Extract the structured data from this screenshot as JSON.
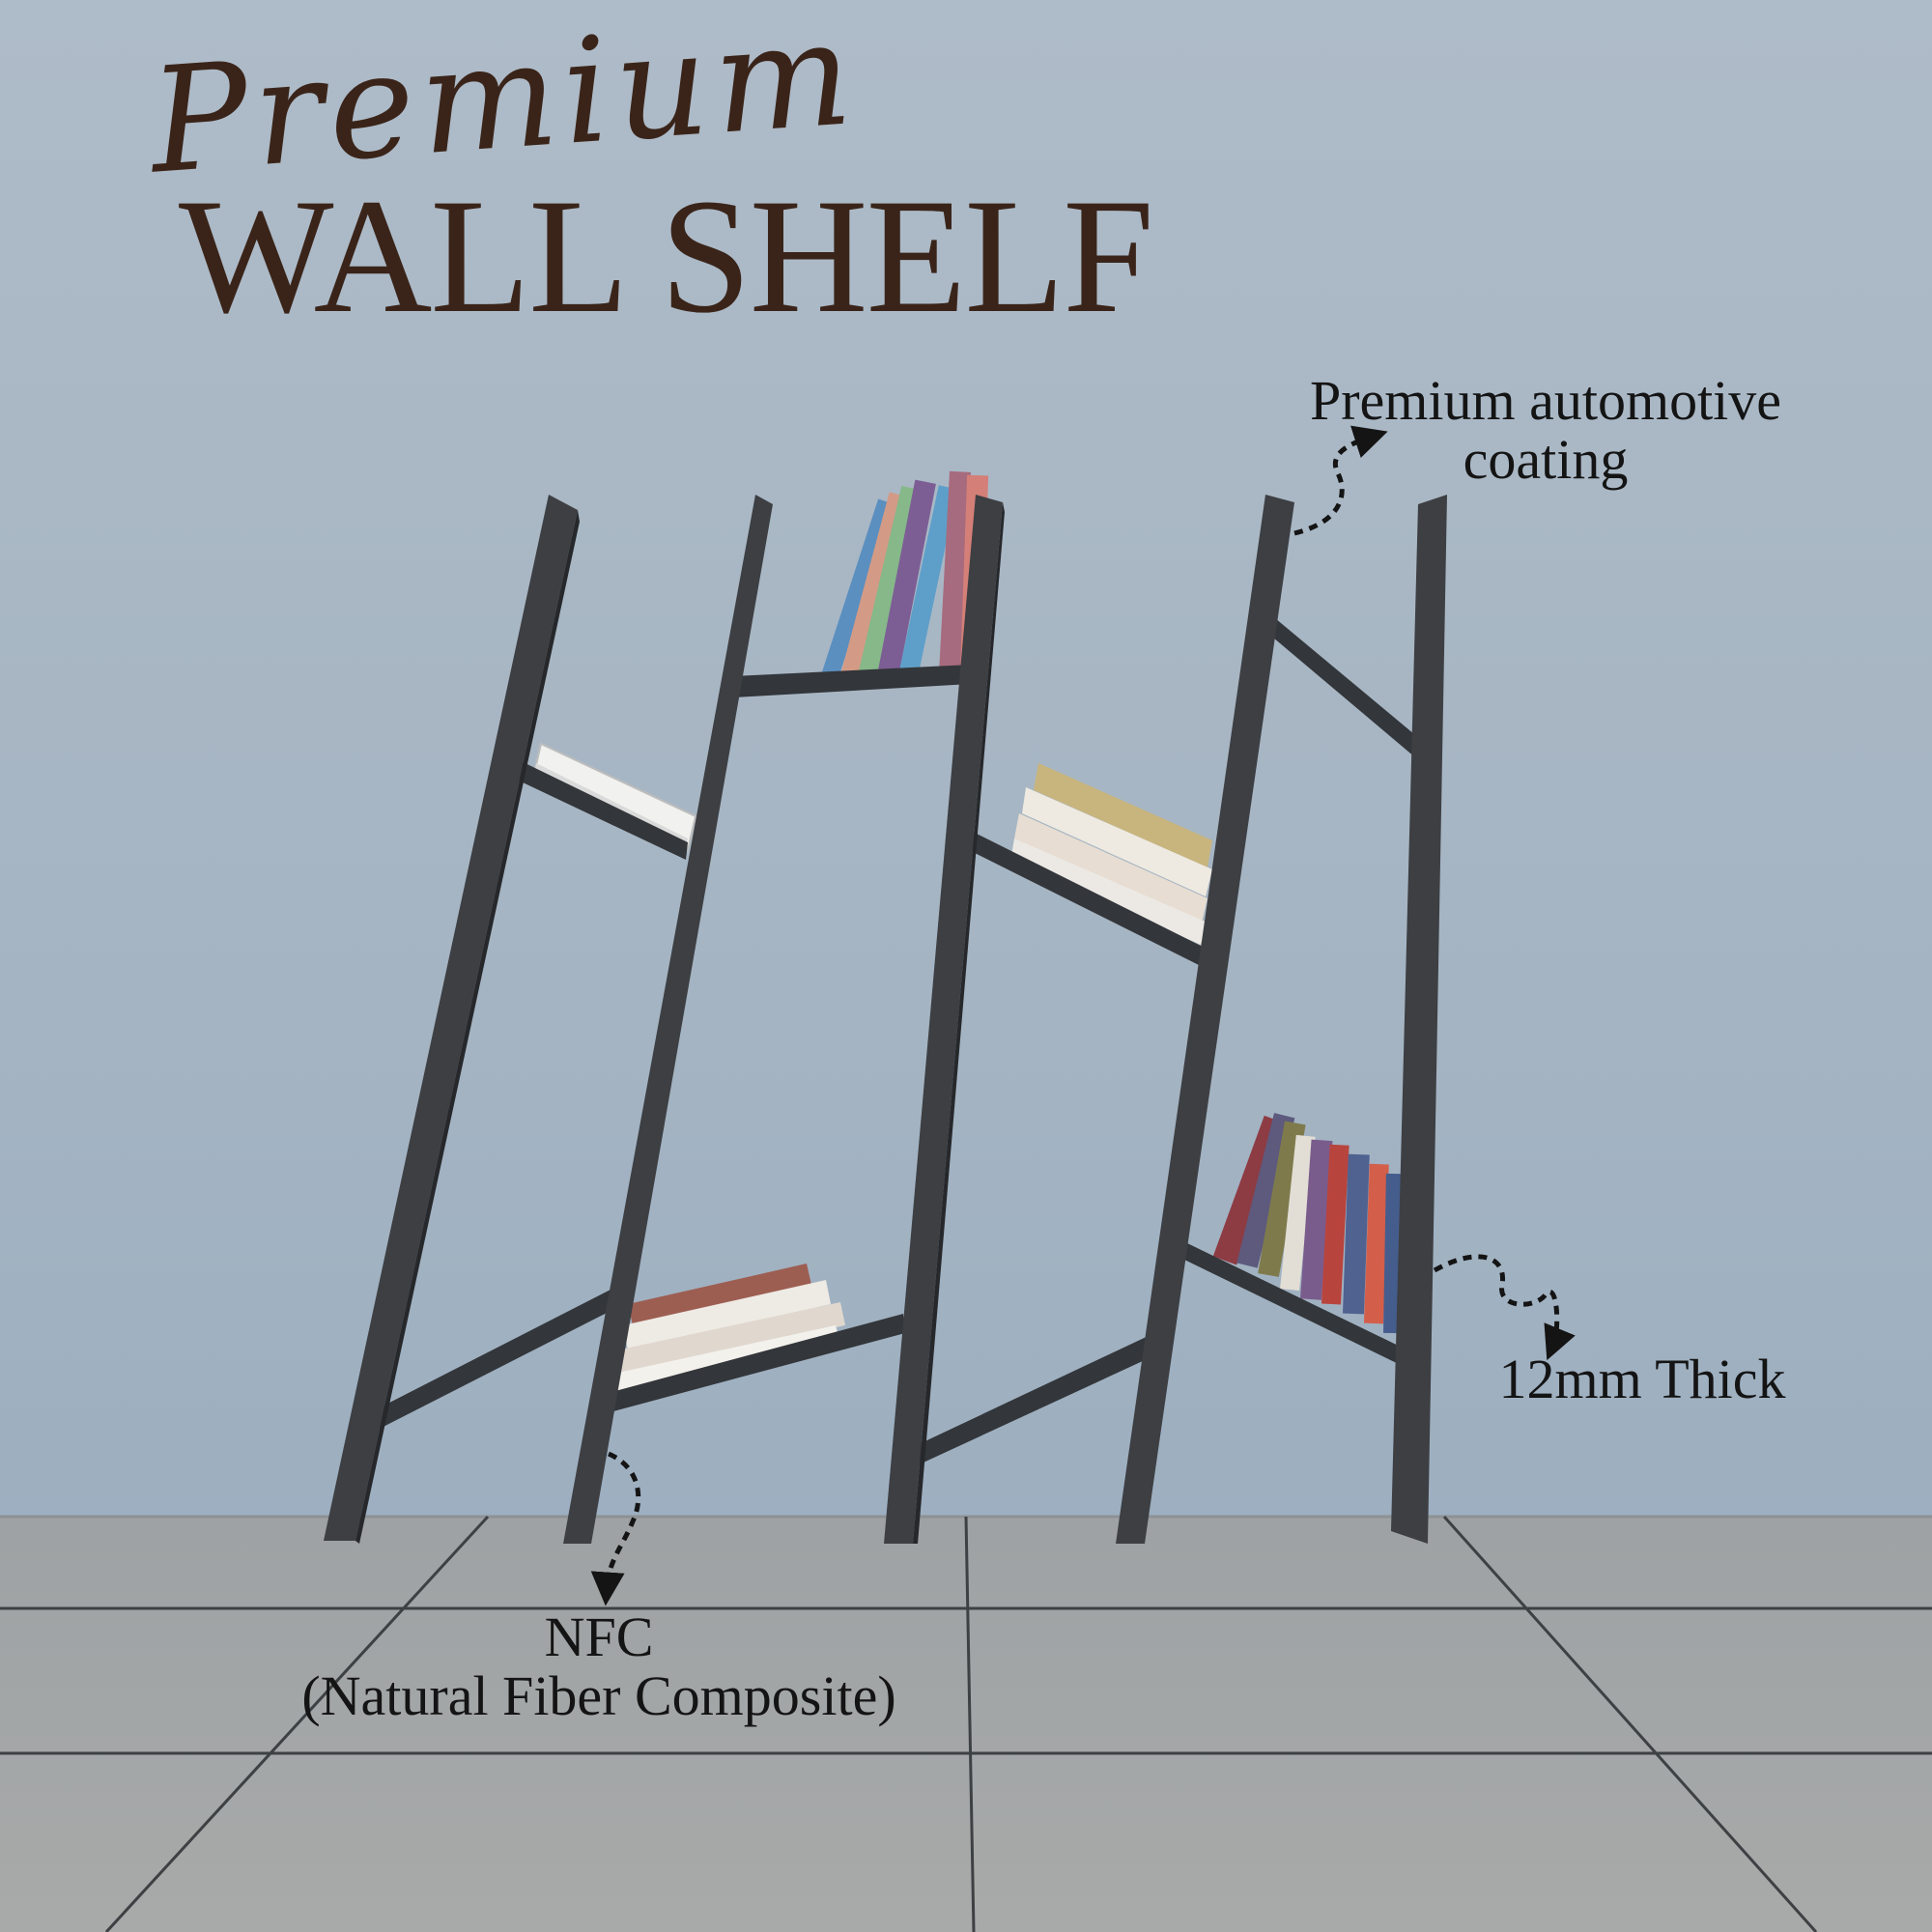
{
  "title": {
    "script": "Premium",
    "main": "WALL SHELF"
  },
  "callouts": {
    "coating": [
      "Premium automotive",
      "coating"
    ],
    "thickness": "12mm Thick",
    "material": [
      "NFC",
      "(Natural Fiber Composite)"
    ]
  },
  "colors": {
    "wall": "#a7b6c3",
    "floor": "#a4a6a5",
    "shelf": "#3b3d40",
    "title": "#3a2419",
    "label": "#141414"
  }
}
